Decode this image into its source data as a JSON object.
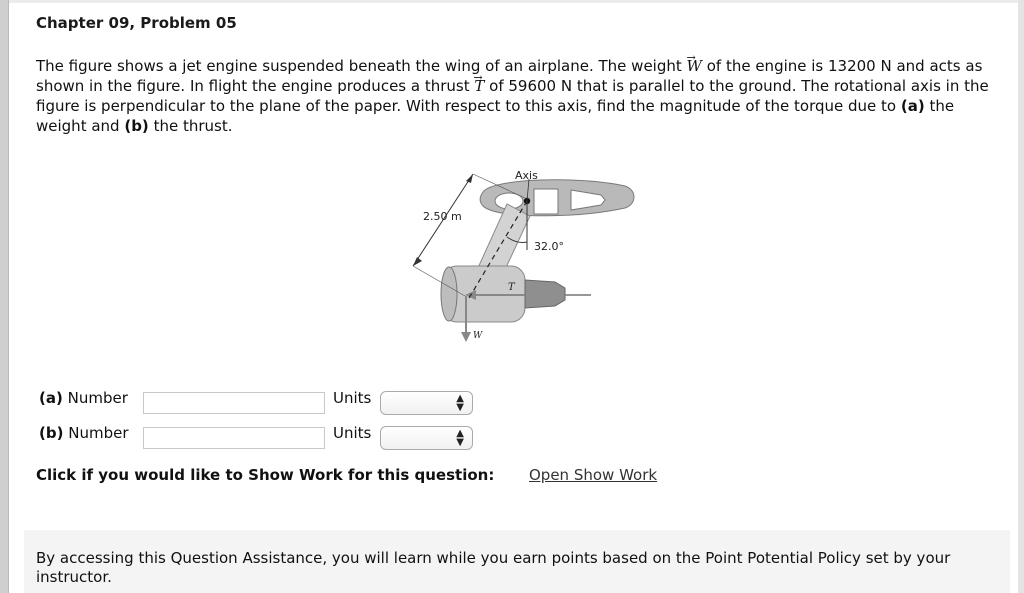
{
  "title": "Chapter 09, Problem 05",
  "problem": {
    "t1": "The figure shows a jet engine suspended beneath the wing of an airplane. The weight ",
    "w_symbol": "W",
    "t2": " of the engine is 13200 N and acts as shown in the figure. In flight the engine produces a thrust ",
    "t_symbol": "T",
    "t3": " of 59600 N that is parallel to the ground. The rotational axis in the figure is perpendicular to the plane of the paper. With respect to this axis, find the magnitude of the torque due to ",
    "a_label": "(a)",
    "t4": " the weight and ",
    "b_label": "(b)",
    "t5": " the thrust."
  },
  "figure": {
    "axis_label": "Axis",
    "distance_label": "2.50 m",
    "angle_label": "32.0°",
    "thrust_label": "T",
    "weight_label": "W"
  },
  "answers": [
    {
      "part": "(a)",
      "label": "Number",
      "value": "",
      "units_label": "Units",
      "units_value": ""
    },
    {
      "part": "(b)",
      "label": "Number",
      "value": "",
      "units_label": "Units",
      "units_value": ""
    }
  ],
  "show_work": {
    "prompt": "Click if you would like to Show Work for this question:",
    "link": "Open Show Work"
  },
  "footer": "By accessing this Question Assistance, you will learn while you earn points based on the Point Potential Policy set by your instructor."
}
